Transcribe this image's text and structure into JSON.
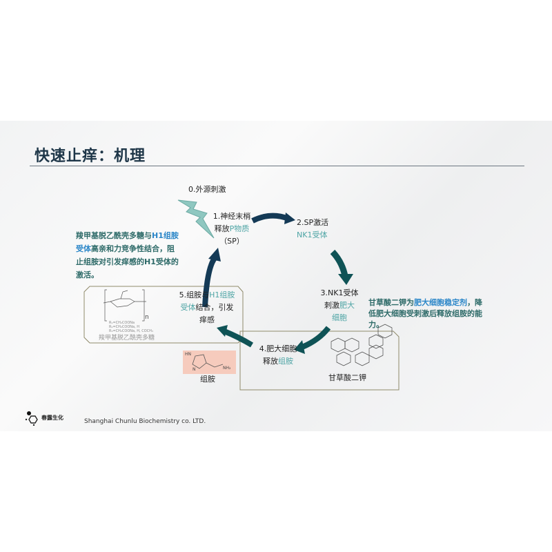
{
  "title": "快速止痒：机理",
  "steps": {
    "s0": "0.外源刺激",
    "s1": {
      "l1": "1.神经末梢",
      "l2a": "释放",
      "l2b": "P物质",
      "l3": "（SP）"
    },
    "s2": {
      "l1": "2.SP激活",
      "l2": "NK1受体"
    },
    "s3": {
      "l1": "3.NK1受体",
      "l2a": "刺激",
      "l2b": "肥大",
      "l3": "细胞"
    },
    "s4": {
      "l1": "4.肥大细胞",
      "l2a": "释放",
      "l2b": "组胺"
    },
    "s5": {
      "l1a": "5.组胺与",
      "l1b": "H1组胺",
      "l2a": "受体",
      "l2b": "结合，引发",
      "l3": "痒感"
    }
  },
  "left_note": {
    "a": "羧甲基脱乙酰壳多糖与",
    "b": "H1组胺受体",
    "c": "高亲和力竞争性结合，阻止组胺对引发痒感的H1受体的激活。"
  },
  "right_note": {
    "a": "甘草酸二钾为",
    "b": "肥大细胞稳定剂",
    "c": "，降低肥大细胞受刺激后释放组胺的能力。"
  },
  "molecules": {
    "chitosan": "羧甲基脱乙酰壳多糖",
    "glycyrrhizinate": "甘草酸二钾",
    "histamine": "组胺",
    "histamine_hn": "HN",
    "histamine_n": "N",
    "histamine_nh2": "NH₂",
    "chitosan_n": "n",
    "chitosan_r": [
      "R₁=CH₂COONa",
      "R₂=CH₂COONa, H",
      "R₃=CH₂COONa, H, COCH₃"
    ]
  },
  "footer": {
    "logo_text": "春露生化",
    "company": "Shanghai Chunlu Biochemistry co. LTD."
  },
  "colors": {
    "navy": "#143a56",
    "teal_dark": "#0f5356",
    "teal_text": "#2d6a68",
    "blue": "#2a86c8",
    "highlight": "#4fa5a5",
    "pink": "#f6cbbd"
  }
}
